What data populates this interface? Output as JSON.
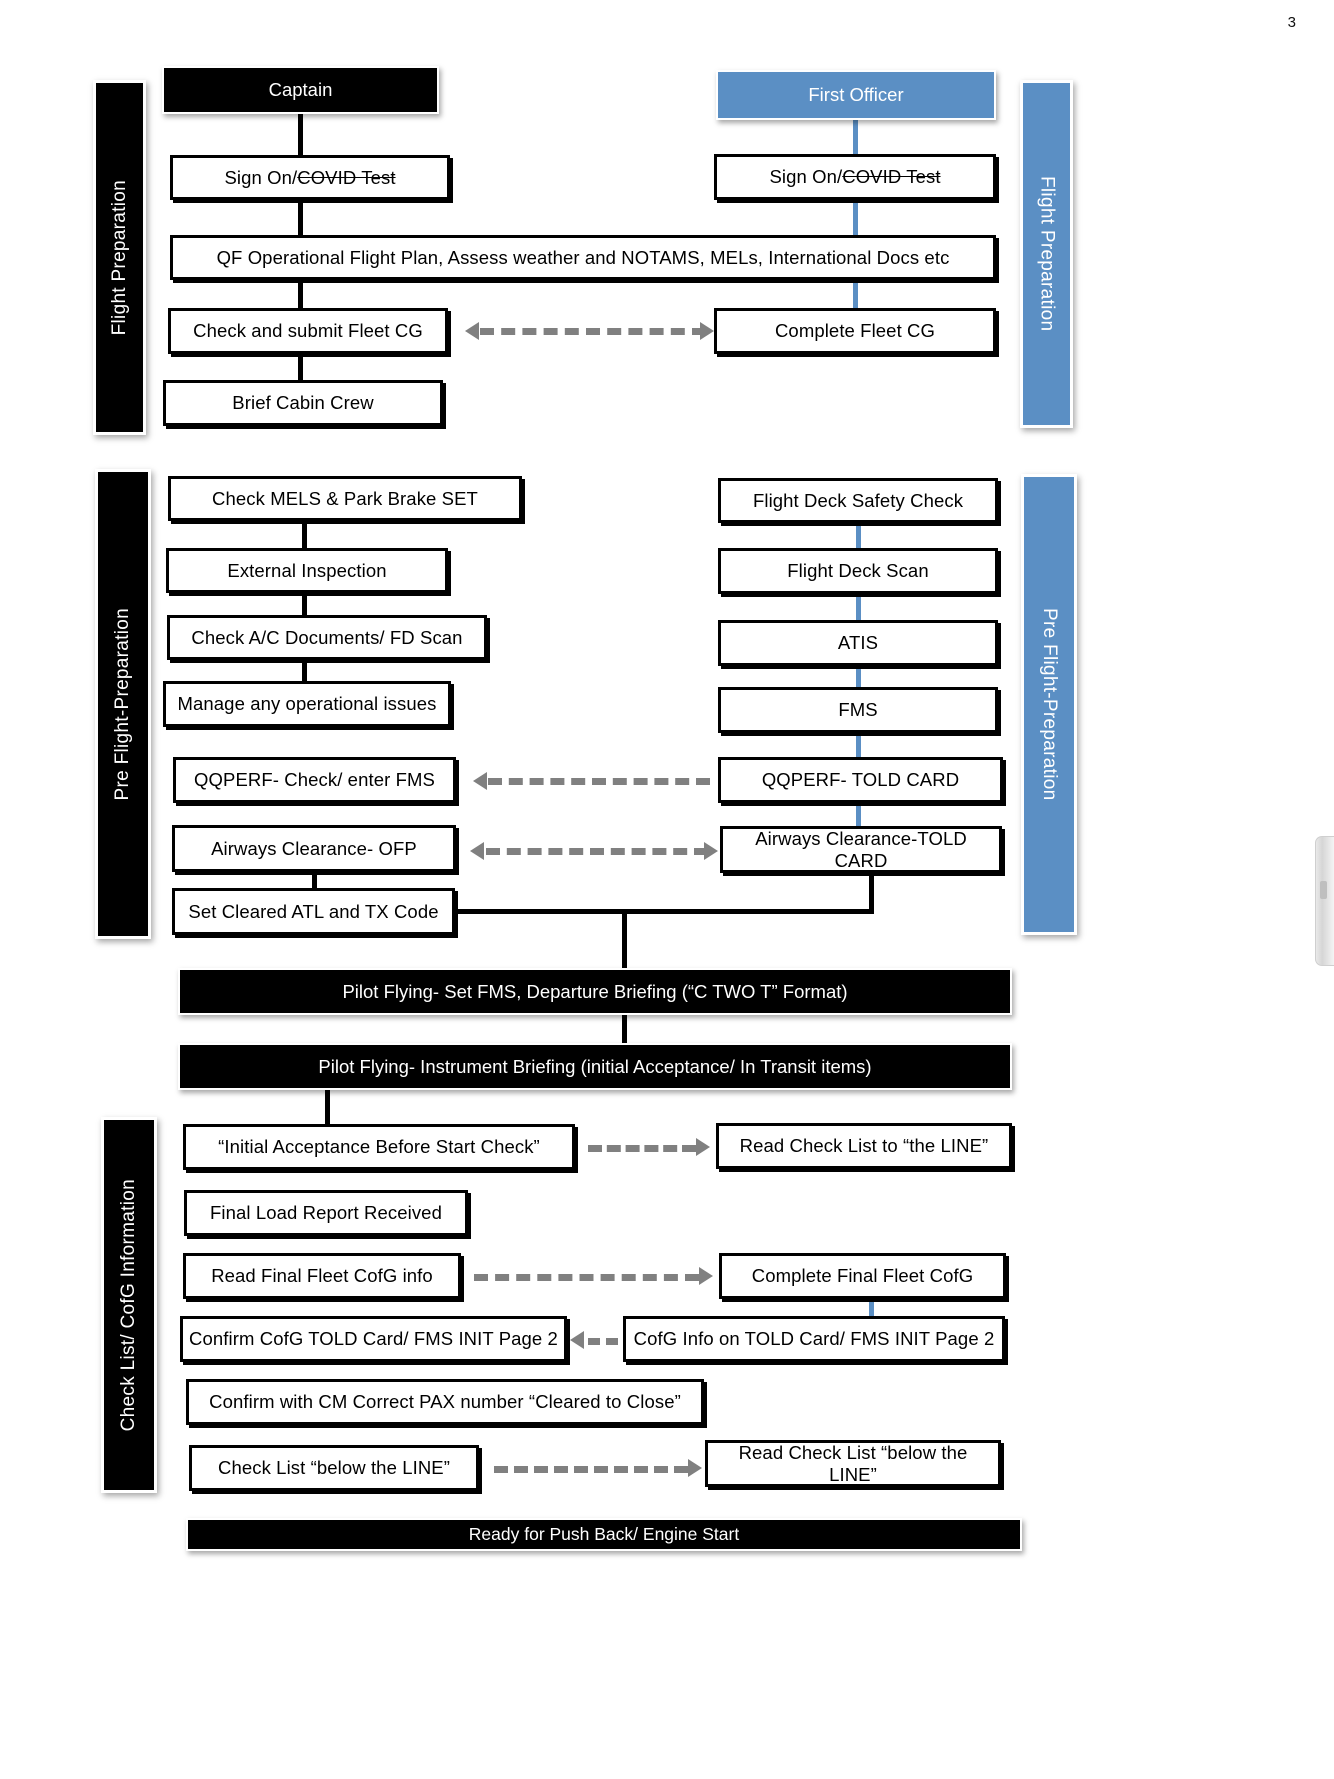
{
  "page": {
    "number": "3"
  },
  "columns": {
    "captain": {
      "label": "Captain",
      "color": "#000000"
    },
    "first_officer": {
      "label": "First Officer",
      "color": "#5b8fc4"
    }
  },
  "phases": [
    {
      "id": "flight-preparation",
      "label": "Flight Preparation",
      "color": "#000000",
      "right_color": "#5b8fc4"
    },
    {
      "id": "pre-flight-preparation",
      "label": "Pre Flight-Preparation",
      "color": "#000000",
      "right_color": "#5b8fc4"
    },
    {
      "id": "check-list-cofg",
      "label": "Check List/ CofG Information",
      "color": "#000000"
    }
  ],
  "flight_preparation": {
    "captain": [
      {
        "id": "cpt-sign-on",
        "text_plain": "Sign On/ ",
        "text_strike": "COVID Test"
      },
      {
        "id": "qf-ofp",
        "text": "QF Operational Flight Plan, Assess weather and NOTAMS, MELs, International Docs etc"
      },
      {
        "id": "cpt-check-submit-fleet-cg",
        "text": "Check and submit Fleet CG"
      },
      {
        "id": "cpt-brief-cabin-crew",
        "text": "Brief Cabin Crew"
      }
    ],
    "first_officer": [
      {
        "id": "fo-sign-on",
        "text_plain": "Sign On/ ",
        "text_strike": "COVID Test"
      },
      {
        "id": "fo-complete-fleet-cg",
        "text": "Complete Fleet CG"
      }
    ]
  },
  "pre_flight_preparation": {
    "captain": [
      {
        "id": "check-mels-park-brake",
        "text": "Check MELS & Park Brake SET"
      },
      {
        "id": "external-inspection",
        "text": "External Inspection"
      },
      {
        "id": "check-ac-documents",
        "text": "Check A/C Documents/ FD Scan"
      },
      {
        "id": "manage-operational-issues",
        "text": "Manage any operational issues"
      },
      {
        "id": "qqperf-check-enter-fms",
        "text": "QQPERF- Check/ enter FMS"
      },
      {
        "id": "airways-clearance-ofp",
        "text": "Airways Clearance- OFP"
      },
      {
        "id": "set-cleared-atl-tx-code",
        "text": "Set Cleared ATL and TX Code"
      }
    ],
    "first_officer": [
      {
        "id": "flight-deck-safety-check",
        "text": "Flight Deck Safety Check"
      },
      {
        "id": "flight-deck-scan",
        "text": "Flight Deck Scan"
      },
      {
        "id": "atis",
        "text": "ATIS"
      },
      {
        "id": "fms",
        "text": "FMS"
      },
      {
        "id": "qqperf-told-card",
        "text": "QQPERF- TOLD CARD"
      },
      {
        "id": "airways-clearance-told-card",
        "text": "Airways Clearance-TOLD CARD"
      }
    ]
  },
  "briefings": [
    {
      "id": "pilot-flying-set-fms",
      "text": "Pilot Flying- Set FMS, Departure Briefing (“C TWO T” Format)"
    },
    {
      "id": "pilot-flying-instrument-briefing",
      "text": "Pilot Flying- Instrument Briefing (initial Acceptance/ In Transit items)"
    }
  ],
  "check_list_cofg": {
    "captain": [
      {
        "id": "initial-acceptance-before-start-check",
        "text": "“Initial Acceptance Before Start Check”"
      },
      {
        "id": "final-load-report-received",
        "text": "Final Load Report Received"
      },
      {
        "id": "read-final-fleet-cofg-info",
        "text": "Read Final Fleet CofG info"
      },
      {
        "id": "confirm-cofg-told-card",
        "text": "Confirm CofG TOLD Card/ FMS INIT Page 2"
      },
      {
        "id": "confirm-cm-correct-pax",
        "text": "Confirm with CM Correct PAX number “Cleared to Close”"
      },
      {
        "id": "check-list-below-the-line",
        "text": "Check List  “below the LINE”"
      }
    ],
    "first_officer": [
      {
        "id": "read-check-list-to-the-line",
        "text": "Read Check List to “the LINE”"
      },
      {
        "id": "complete-final-fleet-cofg",
        "text": "Complete Final Fleet CofG"
      },
      {
        "id": "cofg-info-on-told-card",
        "text": "CofG Info on TOLD Card/ FMS INIT Page 2"
      },
      {
        "id": "read-check-list-below-the-line",
        "text": "Read Check List “below the LINE”"
      }
    ]
  },
  "final": {
    "id": "ready-for-push-back",
    "text": "Ready for Push Back/ Engine Start"
  },
  "colors": {
    "accent_blue": "#5b8fc4",
    "black": "#000000",
    "dash_grey": "#808080"
  }
}
